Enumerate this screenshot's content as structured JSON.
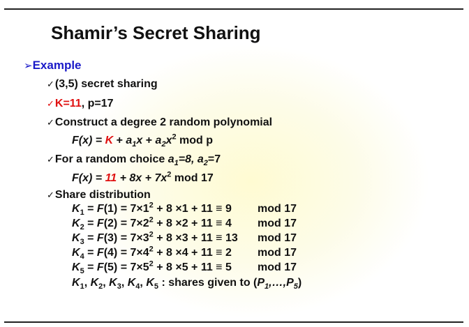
{
  "slide": {
    "title": "Shamir’s Secret Sharing",
    "heading": "Example",
    "bullet_glyph": "✓",
    "arrow_glyph": "➢",
    "line_secret_sharing": "(3,5) secret sharing",
    "k_assign": "K=11",
    "p_assign": ", p=17",
    "construct": "Construct a degree 2 random polynomial",
    "poly_generic": {
      "lhs": "F(x) = ",
      "k": "K",
      "plus1": " + ",
      "a1": "a",
      "sub1": "1",
      "x1": "x",
      "plus2": " + ",
      "a2": "a",
      "sub2": "2",
      "x2": "x",
      "sup2": "2",
      "mod": " mod p"
    },
    "random_choice": {
      "text": "For a random choice ",
      "a": "a",
      "sub1": "1",
      "eq1": "=8, ",
      "sub2": "2",
      "eq2": "=7"
    },
    "poly_specific": {
      "lhs": "F(x) = ",
      "k": "11",
      "rest": " + 8x + 7x",
      "sup": "2",
      "mod": " mod 17"
    },
    "share_distribution": "Share distribution",
    "shares": [
      {
        "k": "K",
        "sub": "1",
        "eq": " = ",
        "f": "F",
        "arg": "(1) = 7×1",
        "sup": "2",
        "rest": " + 8 ×1 + 11 ≡ 9",
        "mod": "mod 17"
      },
      {
        "k": "K",
        "sub": "2",
        "eq": " = ",
        "f": "F",
        "arg": "(2) = 7×2",
        "sup": "2",
        "rest": " + 8 ×2 + 11 ≡ 4",
        "mod": "mod 17"
      },
      {
        "k": "K",
        "sub": "3",
        "eq": " = ",
        "f": "F",
        "arg": "(3) = 7×3",
        "sup": "2",
        "rest": " + 8 ×3 + 11 ≡ 13",
        "mod": "mod 17"
      },
      {
        "k": "K",
        "sub": "4",
        "eq": " = ",
        "f": "F",
        "arg": "(4) = 7×4",
        "sup": "2",
        "rest": " + 8 ×4 + 11 ≡ 2",
        "mod": "mod 17"
      },
      {
        "k": "K",
        "sub": "5",
        "eq": " = ",
        "f": "F",
        "arg": "(5) = 7×5",
        "sup": "2",
        "rest": " + 8 ×5 + 11 ≡ 5",
        "mod": "mod 17"
      }
    ],
    "summary": {
      "k": "K",
      "subs": [
        "1",
        "2",
        "3",
        "4",
        "5"
      ],
      "sep": ", ",
      "text": " : shares given to (",
      "p": "P",
      "p_sub1": "1",
      "ellipsis": ",…,",
      "p_sub2": "5",
      "close": ")"
    },
    "colors": {
      "heading": "#1a1ac8",
      "highlight": "#e01010",
      "text": "#111111"
    }
  }
}
